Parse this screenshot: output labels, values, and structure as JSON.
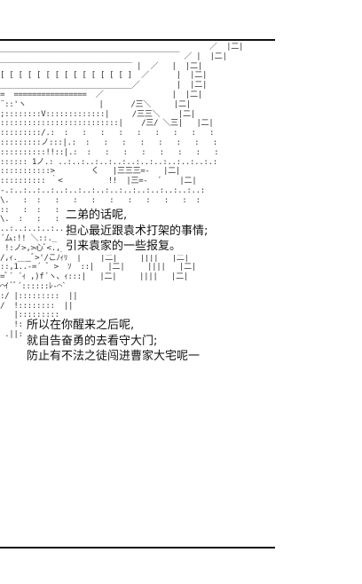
{
  "art": {
    "lines": [
      "                                              ／  |二|",
      "￣￣￣￣￣￣￣￣￣￣￣￣￣￣￣￣￣￣￣￣￣￣￣ ／ |  |二|",
      "‾‾‾‾‾‾‾‾‾‾‾‾‾‾‾‾‾‾‾‾‾‾‾‾‾‾‾‾‾ |  ／   |  |二|",
      "[ [ [ [ [ [ [ [ [ [ [ [ [ [ ]  ／      |  |二|",
      "_____________________________／        |  |二|",
      "=  ================  ／               |  |二|",
      "¨::'ヽ                |      /三＼     |二|",
      ";::::::::V:::::::::::::|     /三三＼    |二|",
      "::::::::::::::::::::::::::|    /三/ ＼三|   |二|",
      ":::::::::/.:  :   :   :   :   :   :   :   :   :",
      ":::::::::ノ:::|.:  :   :   :   :   :   :   :   :",
      "::::::::::!!::|.:  :   :   :   :   :   :   :   :",
      ":::::: 1ノ.: ..:..:..:..:..:..:..:..:..:..:..:.:",
      ":::::::::::>        く   |三三三=-   |二|",
      ":::::::::: ｀<          !!  |三=-  ´    |二|",
      "-.:..:..:..:..:..:..:..:..:..:..:..:..:..:..:",
      "\\.   :  :   :   :   :   :   :   :   :   :  :",
      "::   :  :   :   :   :   :   :   :   :   :  :",
      "\\.  :   :   :   :   :   :   :   :   :   :  :",
      "..:..:..:..:..:..:..:..:..:..:..:..:..:..:..:",
      "´ム:!! ＼::._      ＼ ,  ヽ!!  |     ]|[   |二|",
      " !:ノ>,>心ﾞ<.,_  ヘ|   ノ|二|     (三)   |二|",
      "/,ｨ.___ﾞ>'/こﾉｨﾘ  |    ﾞ|二|     ||||   |二|",
      "::,1..-=´ ﾞ >  ｿ  ::|   |二|     ||||   |二|",
      "=ﾞ´ ´ｨ ,)f´ヽ、ｨ:::|   |二|     ||||   |二|",
      "⌒ｲ´ﾞ´::::::ﾚ-⌒`",
      ":/ |:::::::::  ||",
      "/  !::::::::  ||",
      "   |:::::::::",
      "   !::::::: ||",
      " .||:::::::||"
    ]
  },
  "dialog1": {
    "line1": "二弟的话呢,",
    "line2": "担心最近跟袁术打架的事情;",
    "line3": "引来袁家的一些报复。"
  },
  "dialog2": {
    "line1": "所以在你醒来之后呢,",
    "line2": "就自告奋勇的去看守大门;",
    "line3": "防止有不法之徒闯进曹家大宅呢一"
  }
}
